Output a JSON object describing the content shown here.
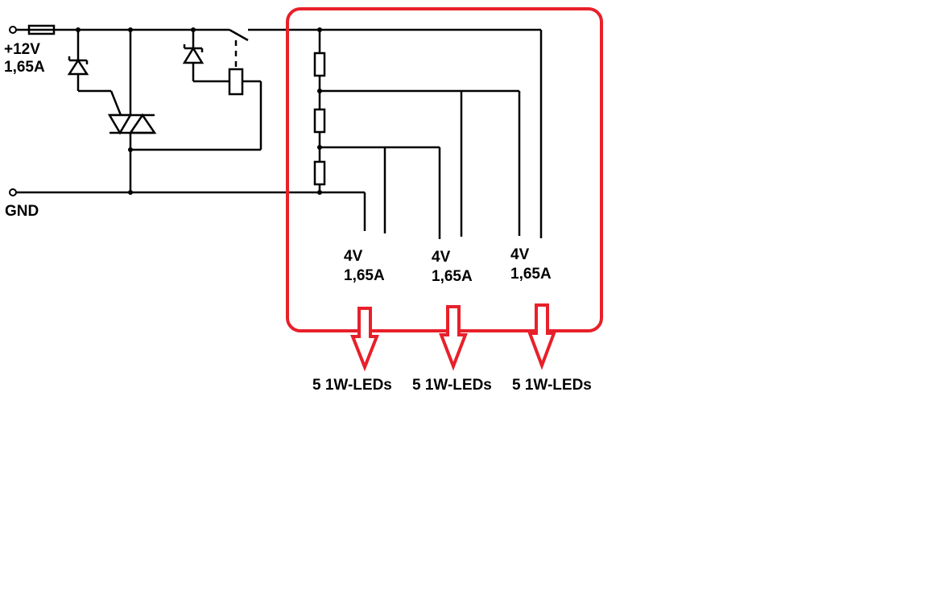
{
  "supply": {
    "voltage": "+12V",
    "current": "1,65A",
    "ground": "GND"
  },
  "outputs": [
    {
      "voltage": "4V",
      "current": "1,65A",
      "load": "5 1W-LEDs"
    },
    {
      "voltage": "4V",
      "current": "1,65A",
      "load": "5 1W-LEDs"
    },
    {
      "voltage": "4V",
      "current": "1,65A",
      "load": "5 1W-LEDs"
    }
  ],
  "colors": {
    "wire": "#000000",
    "highlight": "#e8202a",
    "background": "#ffffff"
  }
}
